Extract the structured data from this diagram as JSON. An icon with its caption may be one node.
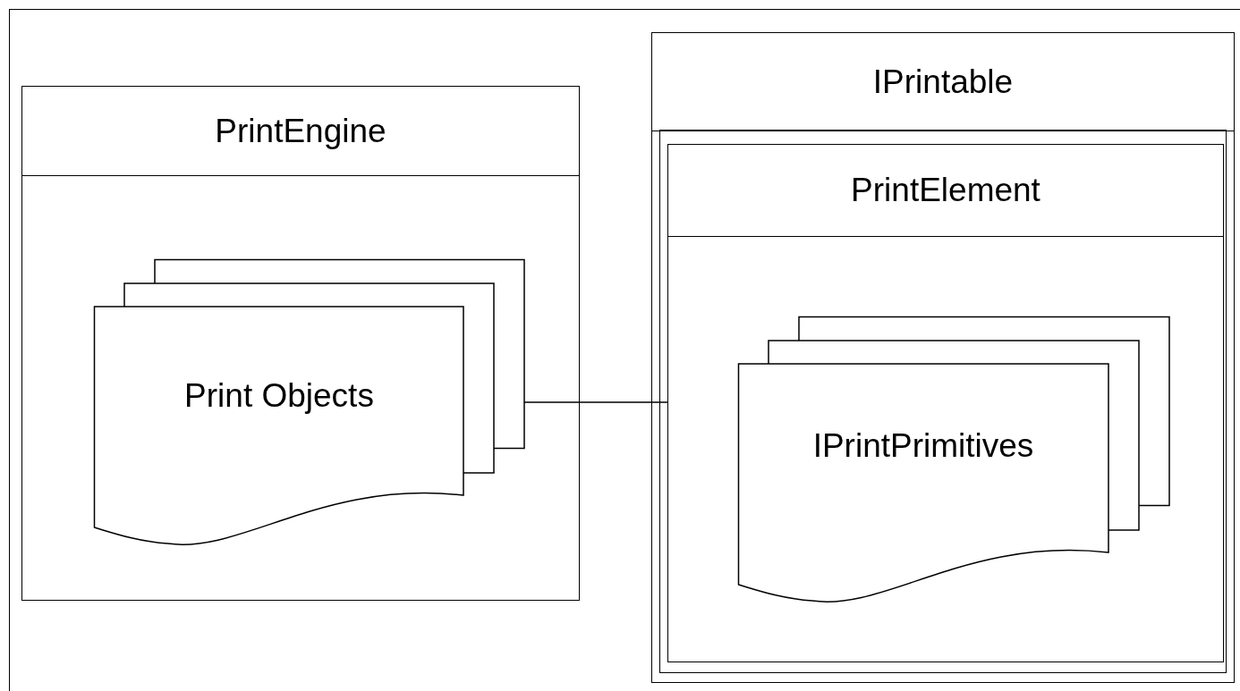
{
  "diagram": {
    "nodes": [
      {
        "text": [
          "PrintEngine"
        ]
      },
      {
        "text": [
          "Print Objects"
        ],
        "in": 0
      },
      {
        "text": [
          "IPrintable"
        ]
      },
      {
        "text": [
          "PrintElement"
        ],
        "in": 2
      },
      {
        "text": [
          "IPrintPrimitives"
        ],
        "in": 3
      }
    ],
    "edges": [
      {
        "from": 1,
        "to": 3,
        "arrow": "none"
      }
    ]
  }
}
